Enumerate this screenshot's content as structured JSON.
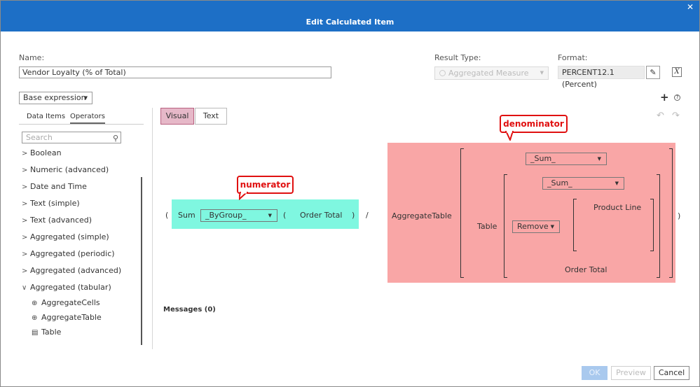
{
  "dialog": {
    "title": "Edit Calculated Item"
  },
  "form": {
    "name_label": "Name:",
    "name_value": "Vendor Loyalty (% of Total)",
    "result_type_label": "Result Type:",
    "result_type_value": "Aggregated Measure",
    "format_label": "Format:",
    "format_value": "PERCENT12.1 (Percent)",
    "fx_label": "X"
  },
  "left_panel": {
    "base_expression": "Base expression",
    "tabs": [
      {
        "label": "Data Items"
      },
      {
        "label": "Operators"
      }
    ],
    "active_tab": "Operators",
    "search_placeholder": "Search",
    "groups": [
      {
        "label": "Boolean"
      },
      {
        "label": "Numeric (advanced)"
      },
      {
        "label": "Date and Time"
      },
      {
        "label": "Text (simple)"
      },
      {
        "label": "Text (advanced)"
      },
      {
        "label": "Aggregated (simple)"
      },
      {
        "label": "Aggregated (periodic)"
      },
      {
        "label": "Aggregated (advanced)"
      },
      {
        "label": "Aggregated (tabular)",
        "expanded": true
      }
    ],
    "expanded_items": [
      {
        "label": "AggregateCells",
        "icon": "globe-grid-icon"
      },
      {
        "label": "AggregateTable",
        "icon": "globe-grid-icon"
      },
      {
        "label": "Table",
        "icon": "table-icon"
      }
    ]
  },
  "editor": {
    "view_tabs": {
      "visual": "Visual",
      "text": "Text"
    },
    "expression": {
      "open_paren": "(",
      "close_paren": ")",
      "divide": "/",
      "numerator": {
        "func": "Sum",
        "by_group": "_ByGroup_",
        "open": "(",
        "measure": "Order Total",
        "close": ")"
      },
      "denominator": {
        "func": "AggregateTable",
        "sum1": "_Sum_",
        "table_label": "Table",
        "sum2": "_Sum_",
        "remove": "Remove",
        "product_line": "Product Line",
        "order_total": "Order Total"
      }
    },
    "callouts": {
      "numerator": "numerator",
      "denominator": "denominator"
    },
    "messages": "Messages (0)"
  },
  "footer": {
    "ok": "OK",
    "preview": "Preview",
    "cancel": "Cancel"
  },
  "colors": {
    "titlebar": "#1d6fc6",
    "numerator_highlight": "#7ff7e0",
    "denominator_highlight": "#f9a6a6",
    "callout": "#e01010"
  }
}
